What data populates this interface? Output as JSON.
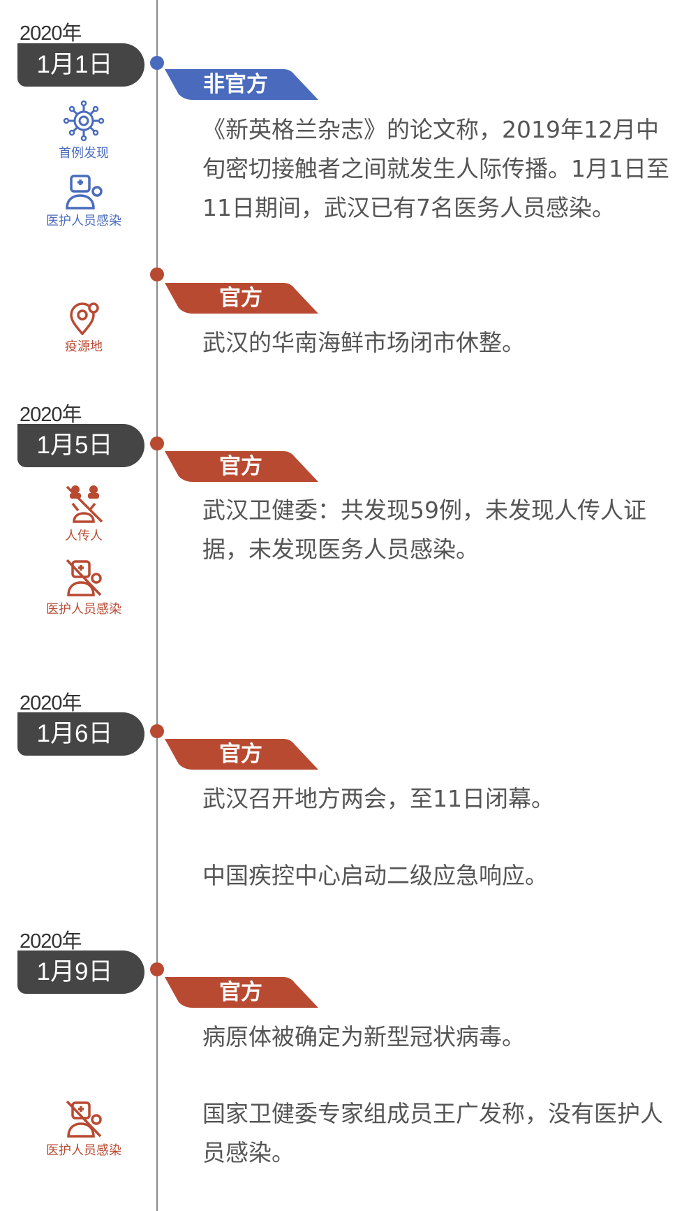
{
  "colors": {
    "unofficial": "#4a6bbd",
    "official": "#b94a32",
    "date_pill": "#454545"
  },
  "events": [
    {
      "year": "2020年",
      "date": "1月1日",
      "tag": "非官方",
      "text": "《新英格兰杂志》的论文称，2019年12月中旬密切接触者之间就发生人际传播。1月1日至11日期间，武汉已有7名医务人员感染。",
      "icons": [
        {
          "name": "virus-icon",
          "label": "首例发现"
        },
        {
          "name": "doctor-infected-icon",
          "label": "医护人员感染"
        }
      ]
    },
    {
      "tag": "官方",
      "text": "武汉的华南海鲜市场闭市休整。",
      "icons": [
        {
          "name": "location-virus-icon",
          "label": "疫源地"
        }
      ]
    },
    {
      "year": "2020年",
      "date": "1月5日",
      "tag": "官方",
      "text": "武汉卫健委：共发现59例，未发现人传人证据，未发现医务人员感染。",
      "icons": [
        {
          "name": "no-human-transmission-icon",
          "label": "人传人"
        },
        {
          "name": "no-doctor-infected-icon",
          "label": "医护人员感染"
        }
      ]
    },
    {
      "year": "2020年",
      "date": "1月6日",
      "tag": "官方",
      "text": "武汉召开地方两会，至11日闭幕。",
      "text2": "中国疾控中心启动二级应急响应。"
    },
    {
      "year": "2020年",
      "date": "1月9日",
      "tag": "官方",
      "text": "病原体被确定为新型冠状病毒。",
      "text2": "国家卫健委专家组成员王广发称，没有医护人员感染。",
      "icons": [
        {
          "name": "no-doctor-infected-icon",
          "label": "医护人员感染"
        }
      ]
    }
  ]
}
